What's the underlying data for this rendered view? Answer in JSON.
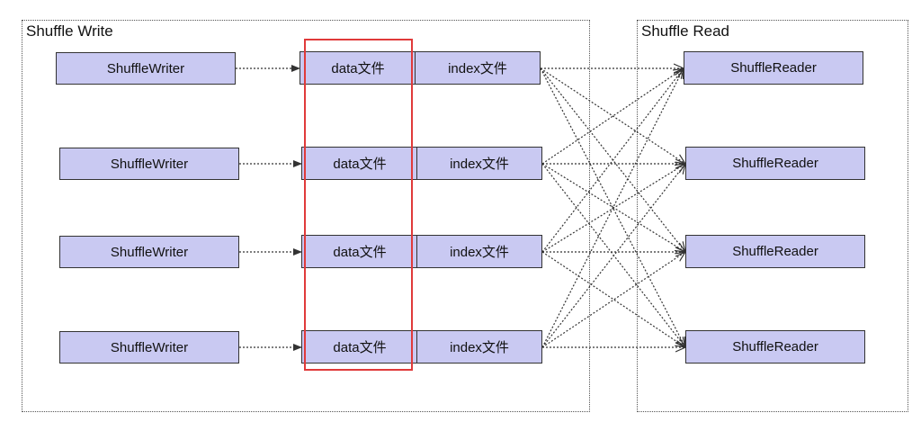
{
  "write_region": {
    "label": "Shuffle Write"
  },
  "read_region": {
    "label": "Shuffle Read"
  },
  "writers": [
    "ShuffleWriter",
    "ShuffleWriter",
    "ShuffleWriter",
    "ShuffleWriter"
  ],
  "data_files": [
    "data文件",
    "data文件",
    "data文件",
    "data文件"
  ],
  "index_files": [
    "index文件",
    "index文件",
    "index文件",
    "index文件"
  ],
  "readers": [
    "ShuffleReader",
    "ShuffleReader",
    "ShuffleReader",
    "ShuffleReader"
  ],
  "colors": {
    "box_fill": "#c9c9f2",
    "highlight": "#e03a3a",
    "line": "#333333"
  }
}
